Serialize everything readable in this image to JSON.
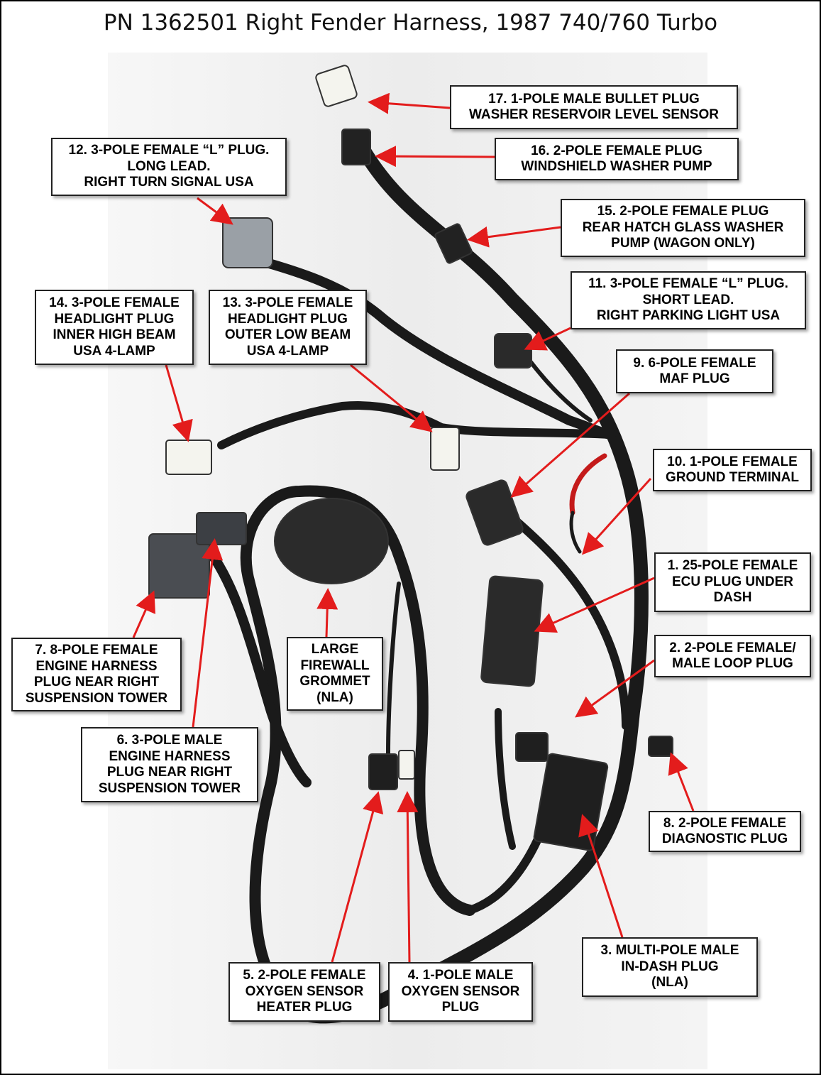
{
  "title": "PN 1362501 Right Fender Harness, 1987 740/760 Turbo",
  "colors": {
    "arrow": "#e31c1c",
    "wire": "#1a1a1a",
    "background_photo": "#eeeeee"
  },
  "callouts": {
    "c17": {
      "lines": [
        "17. 1-POLE MALE BULLET PLUG",
        "WASHER RESERVOIR LEVEL SENSOR"
      ]
    },
    "c16": {
      "lines": [
        "16. 2-POLE FEMALE PLUG",
        "WINDSHIELD WASHER PUMP"
      ]
    },
    "c12": {
      "lines": [
        "12. 3-POLE FEMALE “L” PLUG.",
        "LONG LEAD.",
        "RIGHT TURN SIGNAL USA"
      ]
    },
    "c15": {
      "lines": [
        "15. 2-POLE FEMALE PLUG",
        "REAR HATCH GLASS WASHER",
        "PUMP (WAGON ONLY)"
      ]
    },
    "c11": {
      "lines": [
        "11. 3-POLE FEMALE “L” PLUG.",
        "SHORT LEAD.",
        "RIGHT PARKING LIGHT USA"
      ]
    },
    "c14": {
      "lines": [
        "14. 3-POLE FEMALE",
        "HEADLIGHT PLUG",
        "INNER HIGH BEAM",
        "USA 4-LAMP"
      ]
    },
    "c13": {
      "lines": [
        "13. 3-POLE FEMALE",
        "HEADLIGHT PLUG",
        "OUTER LOW BEAM",
        "USA 4-LAMP"
      ]
    },
    "c9": {
      "lines": [
        "9. 6-POLE FEMALE",
        "MAF PLUG"
      ]
    },
    "c10": {
      "lines": [
        "10. 1-POLE FEMALE",
        "GROUND TERMINAL"
      ]
    },
    "c1": {
      "lines": [
        "1. 25-POLE FEMALE",
        "ECU PLUG UNDER",
        "DASH"
      ]
    },
    "c2": {
      "lines": [
        "2. 2-POLE FEMALE/",
        "MALE LOOP PLUG"
      ]
    },
    "c7": {
      "lines": [
        "7. 8-POLE FEMALE",
        "ENGINE HARNESS",
        "PLUG NEAR RIGHT",
        "SUSPENSION TOWER"
      ]
    },
    "cg": {
      "lines": [
        "LARGE",
        "FIREWALL",
        "GROMMET",
        "(NLA)"
      ]
    },
    "c6": {
      "lines": [
        "6. 3-POLE MALE",
        "ENGINE HARNESS",
        "PLUG NEAR RIGHT",
        "SUSPENSION TOWER"
      ]
    },
    "c8": {
      "lines": [
        "8. 2-POLE FEMALE",
        "DIAGNOSTIC PLUG"
      ]
    },
    "c3": {
      "lines": [
        "3. MULTI-POLE MALE",
        "IN-DASH PLUG",
        "(NLA)"
      ]
    },
    "c5": {
      "lines": [
        "5. 2-POLE FEMALE",
        "OXYGEN SENSOR",
        "HEATER PLUG"
      ]
    },
    "c4": {
      "lines": [
        "4. 1-POLE MALE",
        "OXYGEN SENSOR",
        "PLUG"
      ]
    }
  }
}
